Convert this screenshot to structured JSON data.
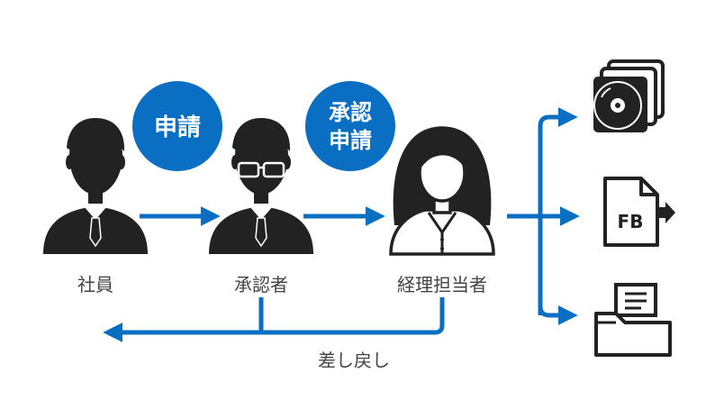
{
  "actors": {
    "employee": "社員",
    "approver": "承認者",
    "accountant": "経理担当者"
  },
  "badges": {
    "request": "申請",
    "approve_line1": "承認",
    "approve_line2": "申請"
  },
  "return_label": "差し戻し",
  "fb_label": "FB",
  "colors": {
    "blue": "#0a6fc2",
    "dark": "#222222",
    "text": "#444444"
  },
  "icons": {
    "output_1": "cd-disc-icon",
    "output_2": "fb-file-export-icon",
    "output_3": "printer-icon"
  }
}
